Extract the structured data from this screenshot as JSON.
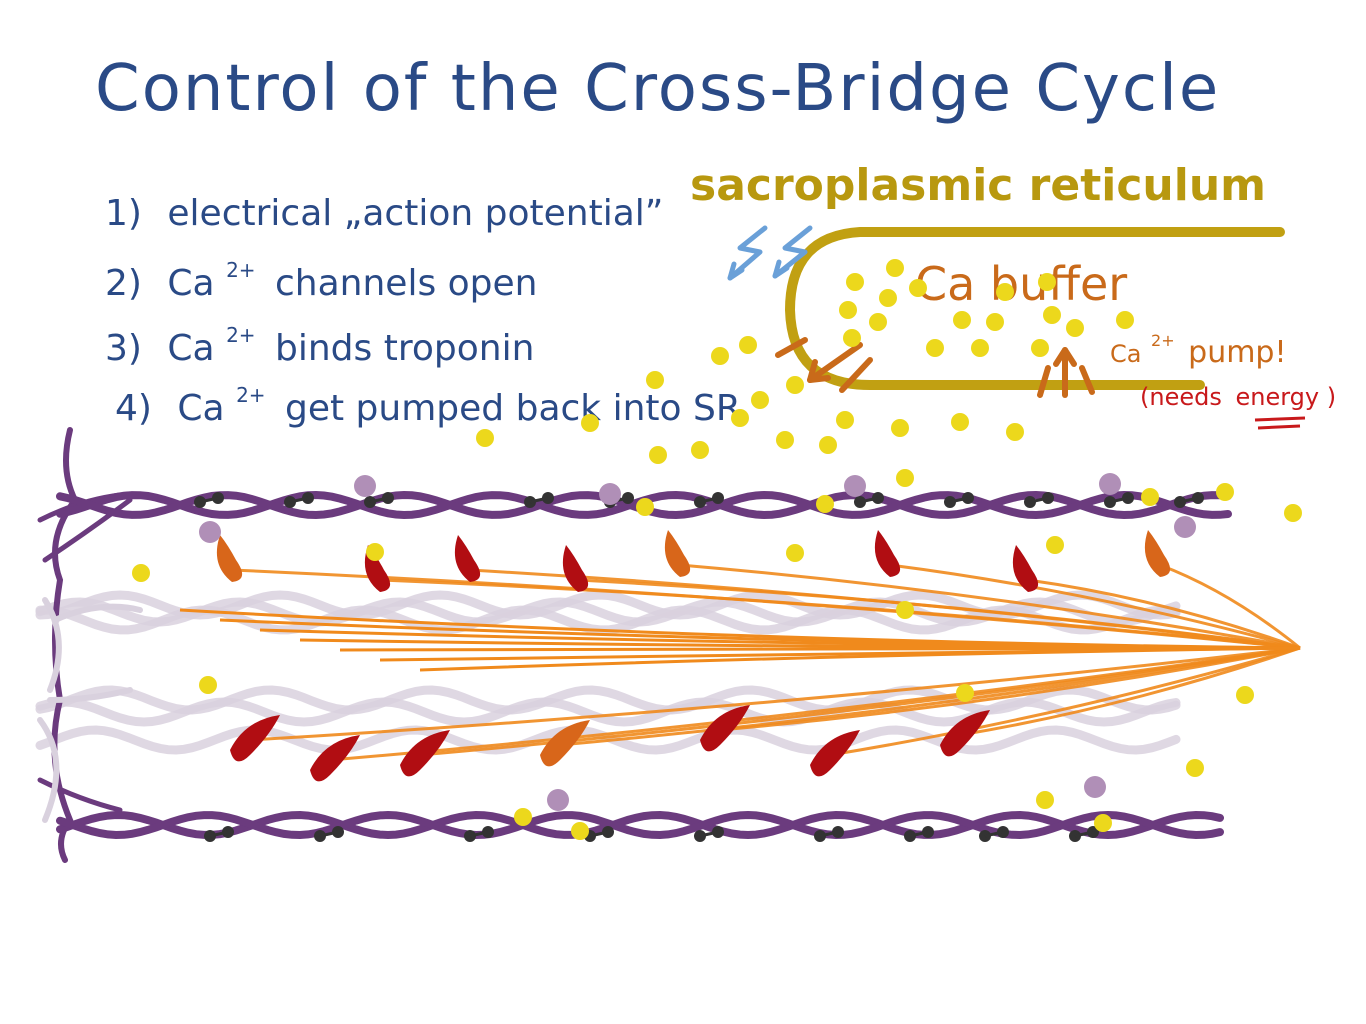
{
  "title": "Control of the Cross-Bridge Cycle",
  "steps": [
    {
      "num": "1)",
      "pre": "electrical „action potential”",
      "sup": "",
      "post": ""
    },
    {
      "num": "2)",
      "pre": "Ca",
      "sup": "2+",
      "post": "channels open"
    },
    {
      "num": "3)",
      "pre": "Ca",
      "sup": "2+",
      "post": "binds troponin"
    },
    {
      "num": "4)",
      "pre": "Ca",
      "sup": "2+",
      "post": "get pumped back into SR"
    }
  ],
  "sr": {
    "label": "sacroplasmic reticulum",
    "buffer_label": "Ca buffer",
    "pump_ca": "Ca",
    "pump_sup": "2+",
    "pump_text": "pump!",
    "needs_energy_pre": "(needs",
    "needs_energy_word": "energy",
    "needs_energy_post": ")"
  },
  "colors": {
    "title": "#2a4a86",
    "steps": "#2a4a86",
    "sr_label": "#b8980f",
    "sr_outline": "#c1a012",
    "buffer_text": "#c96a1a",
    "pump_text": "#c96a1a",
    "energy_text": "#c8191b",
    "calcium": "#ecd81c",
    "actin": "#6b3b7e",
    "actin_light": "#d9d1de",
    "myosin_head": "#b10d12",
    "myosin_head_bound": "#d8661a",
    "myosin_tail": "#f08a1c",
    "signal_arrows": "#6aa0d8"
  },
  "icons": [
    "lightning-arrow-icon",
    "release-arrow-icon",
    "pump-arrow-icon"
  ]
}
